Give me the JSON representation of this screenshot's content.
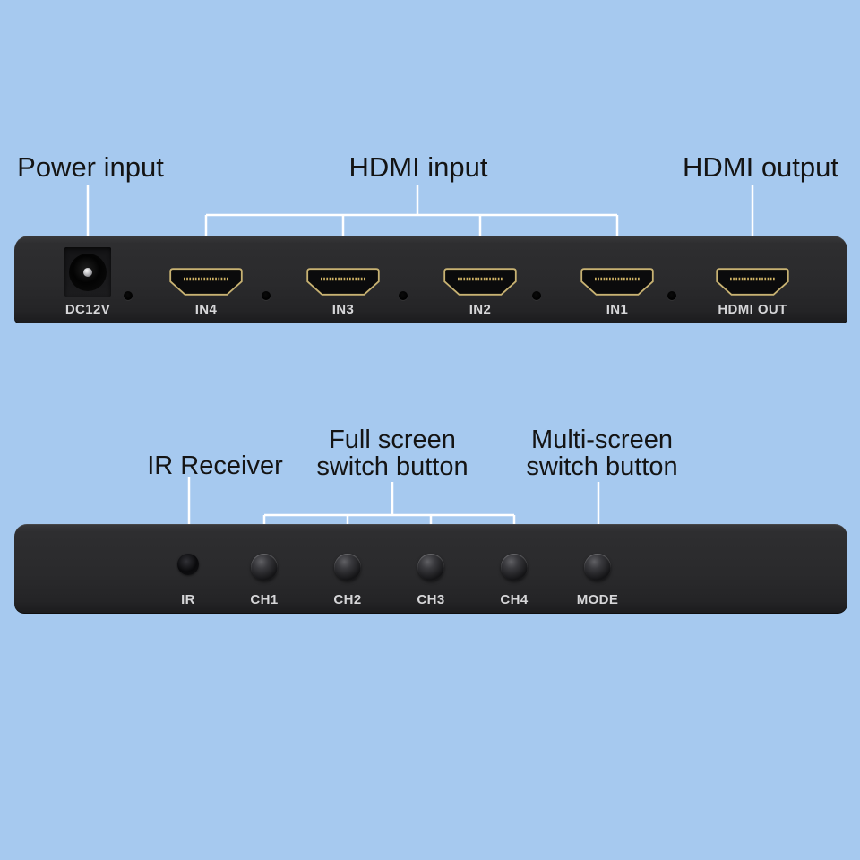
{
  "colors": {
    "background": "#a6c9ef",
    "panel_body": "#2a2a2c",
    "hdmi_connector_gold": "#c8b272",
    "hdmi_pins_gold": "#d2b566",
    "leader_line": "#ffffff",
    "annotation_text": "#141414",
    "panel_label_text": "#d6d6d8"
  },
  "annotations": {
    "power_input": "Power input",
    "hdmi_input": "HDMI input",
    "hdmi_output": "HDMI output",
    "ir_receiver": "IR Receiver",
    "full_screen_switch": {
      "line1": "Full screen",
      "line2": "switch button"
    },
    "multi_screen_switch": {
      "line1": "Multi-screen",
      "line2": "switch button"
    }
  },
  "back_panel": {
    "dc_jack_label": "DC12V",
    "ports": [
      {
        "label": "IN4"
      },
      {
        "label": "IN3"
      },
      {
        "label": "IN2"
      },
      {
        "label": "IN1"
      },
      {
        "label": "HDMI OUT"
      }
    ]
  },
  "front_panel": {
    "ir_label": "IR",
    "buttons": [
      {
        "label": "CH1"
      },
      {
        "label": "CH2"
      },
      {
        "label": "CH3"
      },
      {
        "label": "CH4"
      },
      {
        "label": "MODE"
      }
    ]
  }
}
